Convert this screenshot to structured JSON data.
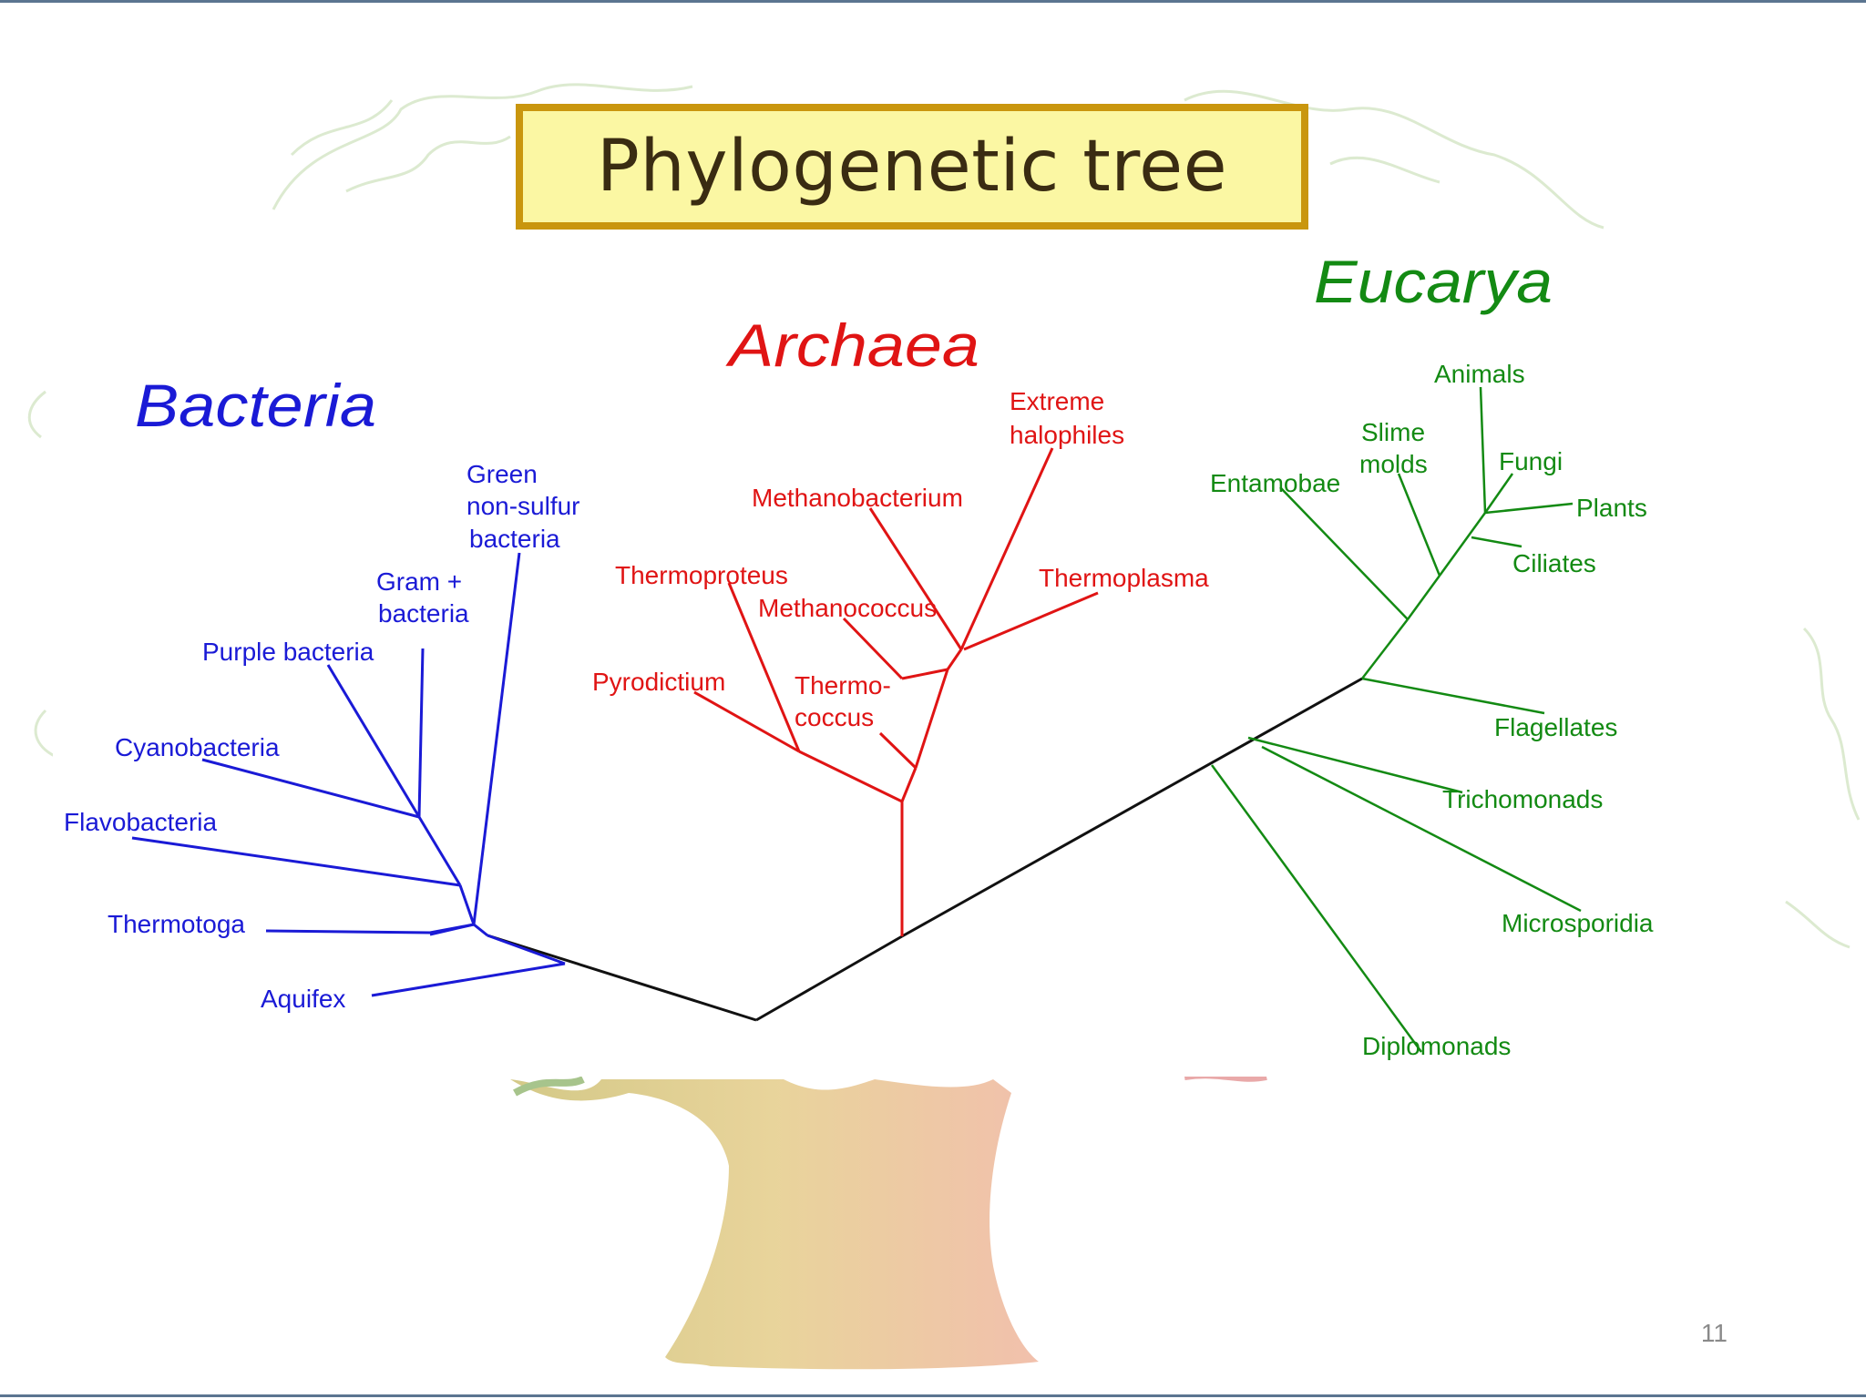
{
  "slide": {
    "title": "Phylogenetic tree",
    "page_number": "11"
  },
  "colors": {
    "bacteria": "#1a1ad6",
    "archaea": "#e01414",
    "eucarya": "#138a13",
    "root": "#111111",
    "title_fill": "#fbf7a3",
    "title_border": "#c9960e"
  },
  "domains": {
    "bacteria": {
      "name": "Bacteria",
      "taxa": [
        "Green",
        "non-sulfur",
        "bacteria",
        "Gram +",
        "bacteria",
        "Purple bacteria",
        "Cyanobacteria",
        "Flavobacteria",
        "Thermotoga",
        "Aquifex"
      ]
    },
    "archaea": {
      "name": "Archaea",
      "taxa": [
        "Extreme",
        "halophiles",
        "Methanobacterium",
        "Thermoproteus",
        "Methanococcus",
        "Thermoplasma",
        "Pyrodictium",
        "Thermo-",
        "coccus"
      ]
    },
    "eucarya": {
      "name": "Eucarya",
      "taxa": [
        "Animals",
        "Slime",
        "molds",
        "Fungi",
        "Entamobae",
        "Plants",
        "Ciliates",
        "Flagellates",
        "Trichomonads",
        "Microsporidia",
        "Diplomonads"
      ]
    }
  }
}
